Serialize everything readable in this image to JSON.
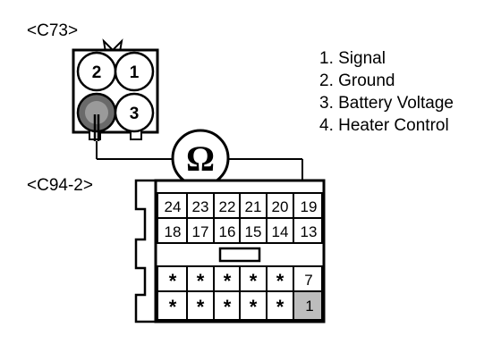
{
  "connector_top": {
    "label": "<C73>",
    "pins": [
      "2",
      "1",
      "3"
    ]
  },
  "connector_bottom": {
    "label": "<C94-2>",
    "row1": [
      "24",
      "23",
      "22",
      "21",
      "20",
      "19"
    ],
    "row2": [
      "18",
      "17",
      "16",
      "15",
      "14",
      "13"
    ],
    "row4": [
      "*",
      "*",
      "*",
      "*",
      "*",
      "7"
    ],
    "row5": [
      "*",
      "*",
      "*",
      "*",
      "*",
      "1"
    ]
  },
  "meter_symbol": "Ω",
  "legend": [
    "1. Signal",
    "2. Ground",
    "3. Battery Voltage",
    "4. Heater Control"
  ]
}
